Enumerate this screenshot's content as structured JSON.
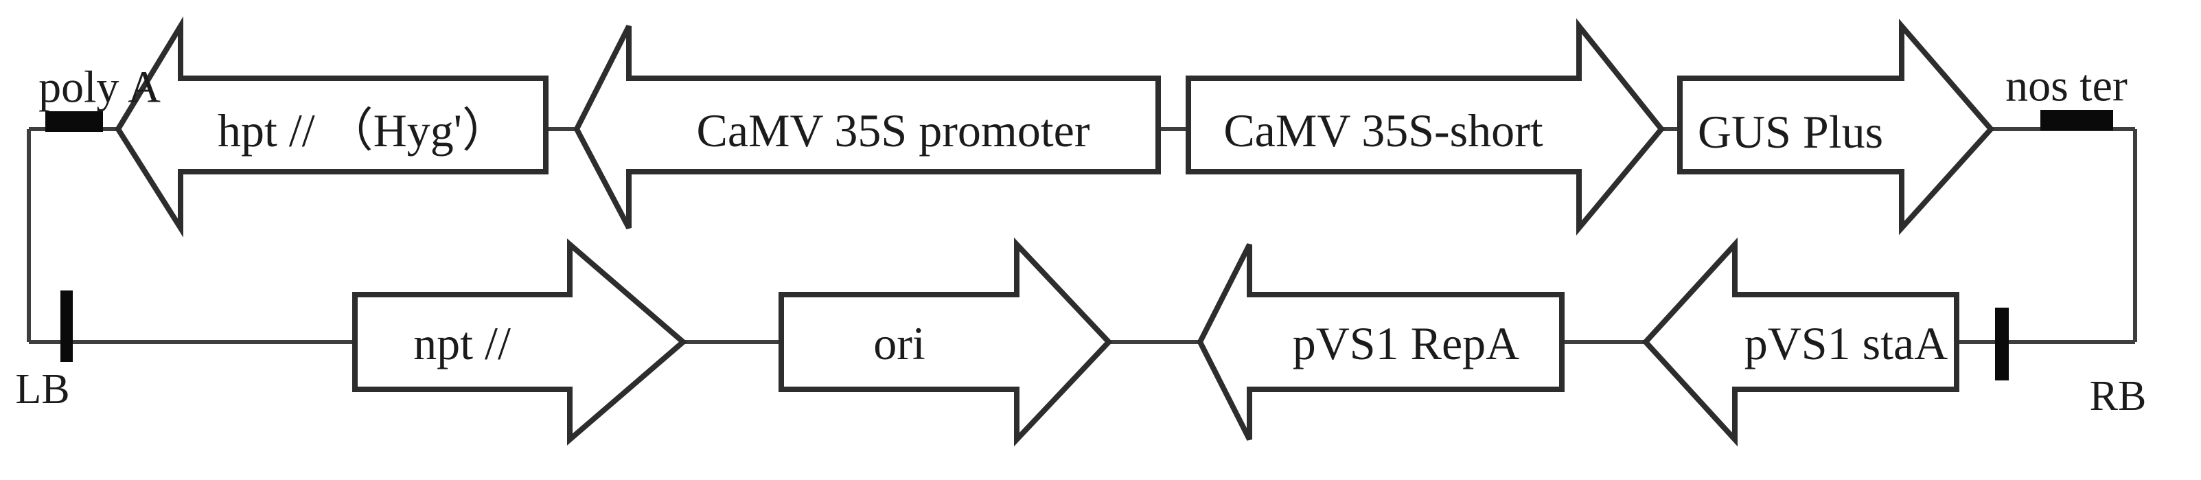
{
  "colors": {
    "background": "#ffffff",
    "arrow_outline": "#2d2d2d",
    "connector_line": "#3e3e3e",
    "marker_bar": "#0a0a0a",
    "text": "#1b1b1b"
  },
  "diagram": {
    "type": "plasmid-vector-map",
    "top_row": {
      "left_marker_label": "poly A",
      "right_marker_label": "nos ter",
      "arrows": [
        {
          "label": "hpt // （Hyg'）",
          "direction": "left"
        },
        {
          "label": "CaMV 35S promoter",
          "direction": "left"
        },
        {
          "label": "CaMV 35S-short",
          "direction": "right"
        },
        {
          "label": "GUS Plus",
          "direction": "right"
        }
      ]
    },
    "bottom_row": {
      "left_marker_label": "LB",
      "right_marker_label": "RB",
      "arrows": [
        {
          "label": "npt //",
          "direction": "right"
        },
        {
          "label": "ori",
          "direction": "right"
        },
        {
          "label": "pVS1 RepA",
          "direction": "left"
        },
        {
          "label": "pVS1 staA",
          "direction": "left"
        }
      ]
    }
  }
}
